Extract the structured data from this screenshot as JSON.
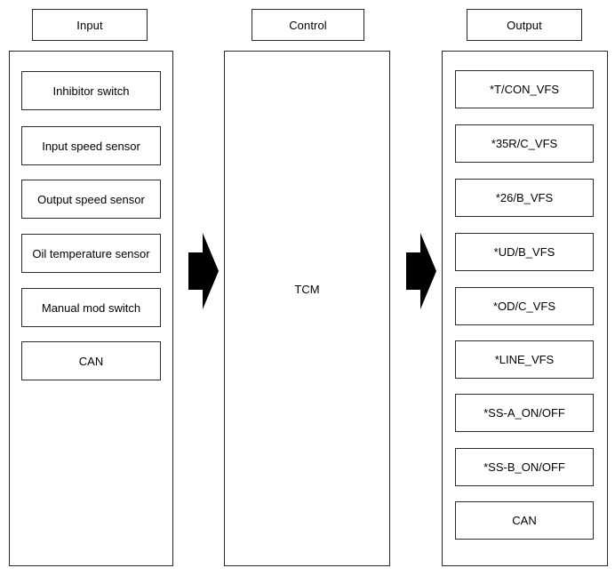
{
  "diagram": {
    "title": "TCM input / control / output block diagram",
    "stroke_color": "#2b2b2b",
    "arrow_color": "#000000",
    "background": "#ffffff"
  },
  "columns": [
    {
      "key": "input",
      "header": "Input",
      "items": [
        "Inhibitor switch",
        "Input speed sensor",
        "Output speed sensor",
        "Oil temperature sensor",
        "Manual mod switch",
        "CAN"
      ]
    },
    {
      "key": "control",
      "header": "Control",
      "center_label": "TCM",
      "items": []
    },
    {
      "key": "output",
      "header": "Output",
      "items": [
        "*T/CON_VFS",
        "*35R/C_VFS",
        "*26/B_VFS",
        "*UD/B_VFS",
        "*OD/C_VFS",
        "*LINE_VFS",
        "*SS-A_ON/OFF",
        "*SS-B_ON/OFF",
        "CAN"
      ]
    }
  ],
  "arrows": [
    {
      "name": "input-to-control",
      "direction": "right"
    },
    {
      "name": "control-to-output",
      "direction": "right"
    }
  ]
}
